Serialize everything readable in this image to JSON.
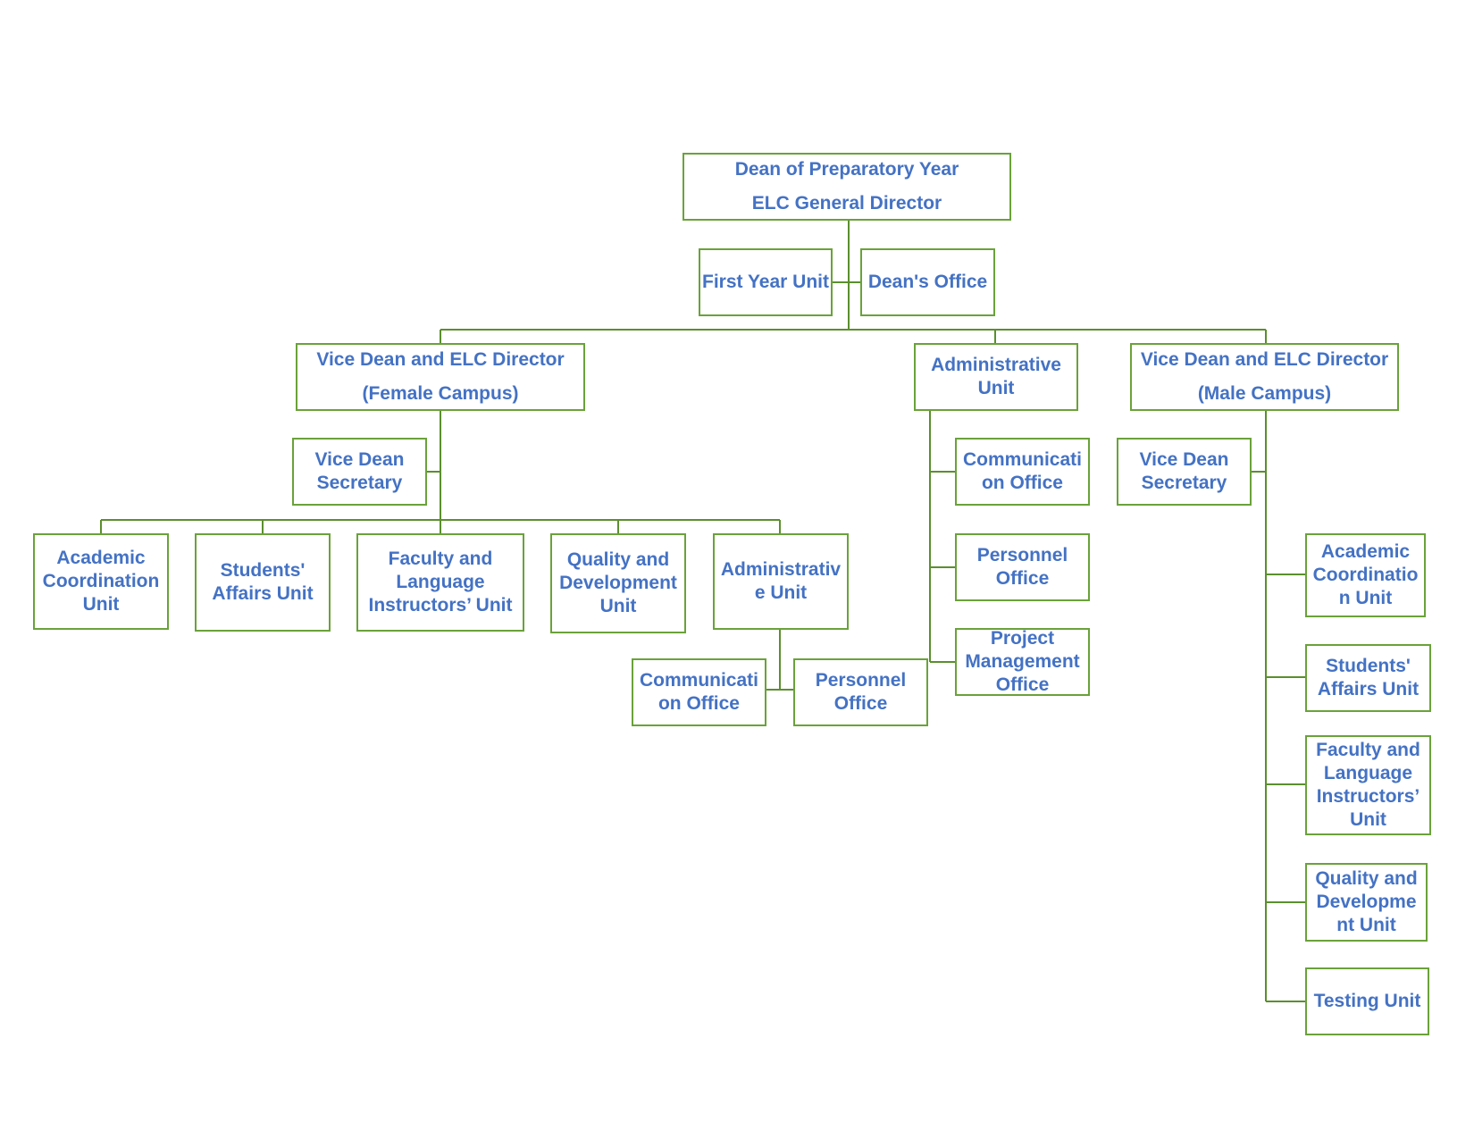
{
  "nodes": {
    "dean": {
      "line1": "Dean of Preparatory Year",
      "line2": "ELC General Director"
    },
    "first_year_unit": "First Year Unit",
    "deans_office": "Dean's Office",
    "vd_female": {
      "line1": "Vice Dean and ELC Director",
      "line2": "(Female Campus)"
    },
    "admin_unit_top": "Administrative\nUnit",
    "vd_male": {
      "line1": "Vice Dean and ELC Director",
      "line2": "(Male Campus)"
    },
    "vd_secretary_female": "Vice Dean\nSecretary",
    "vd_secretary_male": "Vice Dean\nSecretary",
    "f_academic": "Academic\nCoordination\nUnit",
    "f_students": "Students'\nAffairs Unit",
    "f_faculty": "Faculty and\nLanguage\nInstructors’ Unit",
    "f_quality": "Quality and\nDevelopment\nUnit",
    "f_admin": "Administrativ\ne Unit",
    "f_comm": "Communicati\non Office",
    "f_personnel": "Personnel\nOffice",
    "a_comm": "Communicati\non Office",
    "a_personnel": "Personnel\nOffice",
    "a_project": "Project\nManagement\nOffice",
    "m_academic": "Academic\nCoordinatio\nn Unit",
    "m_students": "Students'\nAffairs Unit",
    "m_faculty": "Faculty and\nLanguage\nInstructors’\nUnit",
    "m_quality": "Quality and\nDevelopme\nnt Unit",
    "m_testing": "Testing Unit"
  },
  "colors": {
    "box_border": "#6aa23a",
    "connector": "#5b8f2e",
    "text": "#4472c4"
  }
}
